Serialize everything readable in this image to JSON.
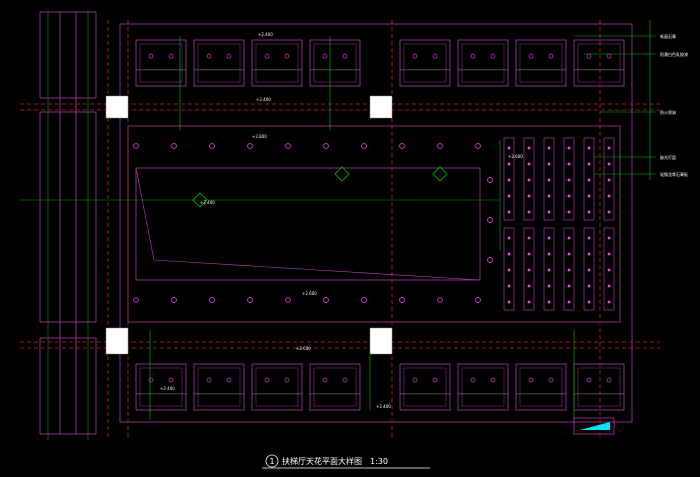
{
  "drawing": {
    "title_number": "1",
    "title": "扶梯厅天花平面大样图",
    "scale": "1:30",
    "colors": {
      "background": "#000000",
      "outline": "#c040c0",
      "lamp": "#ff40ff",
      "leader": "#00c000",
      "dash": "#d02020",
      "axis": "#00a000",
      "white": "#ffffff",
      "cyan": "#00e5ff"
    },
    "annotations": [
      "纸面石膏",
      "防潮白色乳胶漆",
      "防火喷淋",
      "嵌光灯盘",
      "轻钢龙骨石膏板"
    ],
    "elevations": [
      "+2.400",
      "+2.400",
      "+2.800",
      "+2.600",
      "+2.600",
      "+2.600",
      "+2.400",
      "+2.400",
      "+2.400"
    ]
  }
}
